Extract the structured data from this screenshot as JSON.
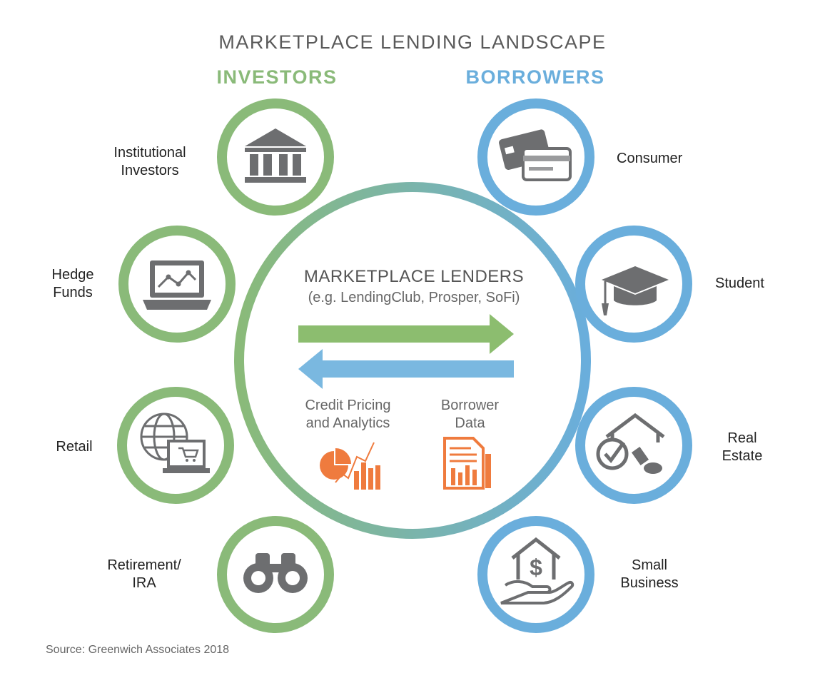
{
  "title": "MARKETPLACE LENDING LANDSCAPE",
  "investors": {
    "heading": "INVESTORS",
    "items": [
      {
        "line1": "Institutional",
        "line2": "Investors",
        "icon": "bank-icon"
      },
      {
        "line1": "Hedge",
        "line2": "Funds",
        "icon": "laptop-chart-icon"
      },
      {
        "line1": "Retail",
        "line2": "",
        "icon": "globe-laptop-icon"
      },
      {
        "line1": "Retirement/",
        "line2": "IRA",
        "icon": "binoculars-icon"
      }
    ]
  },
  "borrowers": {
    "heading": "BORROWERS",
    "items": [
      {
        "line1": "Consumer",
        "line2": "",
        "icon": "credit-cards-icon"
      },
      {
        "line1": "Student",
        "line2": "",
        "icon": "graduation-cap-icon"
      },
      {
        "line1": "Real",
        "line2": "Estate",
        "icon": "house-stamp-icon"
      },
      {
        "line1": "Small",
        "line2": "Business",
        "icon": "hand-house-dollar-icon"
      }
    ]
  },
  "center": {
    "title": "MARKETPLACE LENDERS",
    "subtitle": "(e.g. LendingClub, Prosper, SoFi)",
    "left_label_line1": "Credit Pricing",
    "left_label_line2": "and Analytics",
    "right_label_line1": "Borrower",
    "right_label_line2": "Data"
  },
  "source": "Source: Greenwich Associates 2018",
  "colors": {
    "investor_green": "#8aba79",
    "borrower_blue": "#6aaedc",
    "icon_gray": "#6d6e70",
    "accent_orange": "#ef7b3e",
    "arrow_green": "#8cbd6f",
    "arrow_blue": "#7ab8e0"
  }
}
